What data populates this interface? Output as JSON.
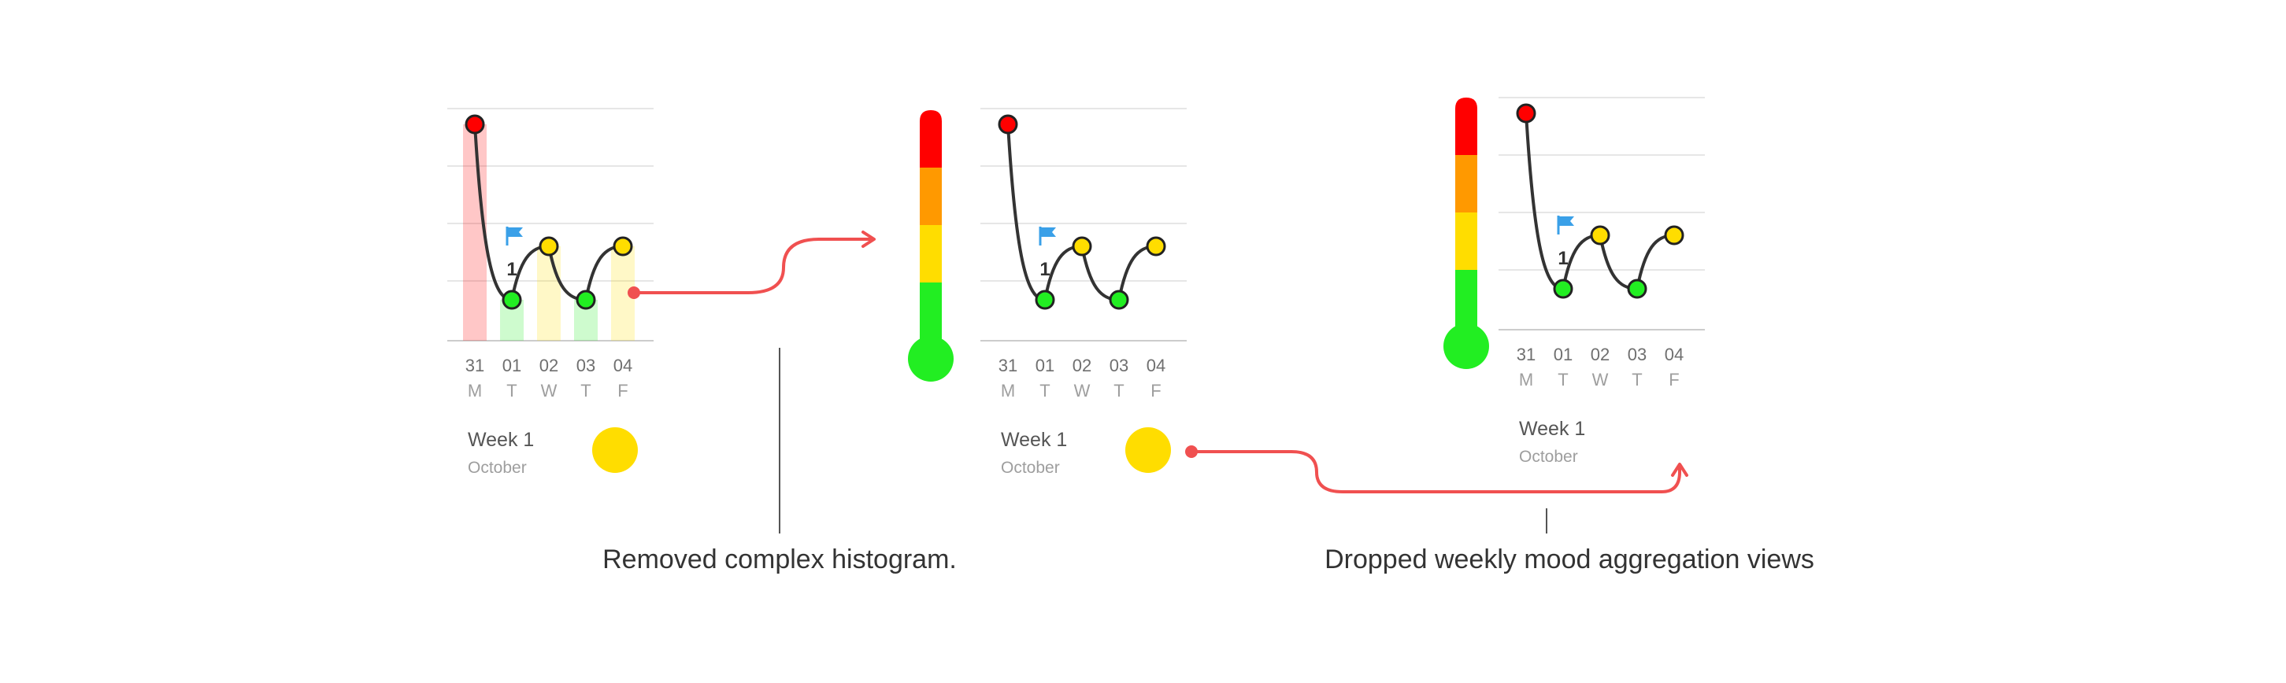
{
  "colors": {
    "red": "#ff0000",
    "orange": "#ff9900",
    "yellow": "#ffdd00",
    "green": "#22ee22",
    "line": "#333333",
    "arrow": "#f05050",
    "flag": "#3aa0e8",
    "grid": "#e6e6e6",
    "axis": "#cccccc"
  },
  "mood_levels": [
    "red",
    "orange",
    "yellow",
    "green"
  ],
  "week": {
    "days": [
      {
        "day": "31",
        "weekday": "M",
        "mood": "red"
      },
      {
        "day": "01",
        "weekday": "T",
        "mood": "green"
      },
      {
        "day": "02",
        "weekday": "W",
        "mood": "yellow"
      },
      {
        "day": "03",
        "weekday": "T",
        "mood": "green"
      },
      {
        "day": "04",
        "weekday": "F",
        "mood": "yellow"
      }
    ],
    "flag_count": "1",
    "title": "Week 1",
    "month": "October"
  },
  "panels": [
    {
      "id": "histogram",
      "histogram": true,
      "thermometer": false,
      "week_dot": true
    },
    {
      "id": "thermometer",
      "histogram": false,
      "thermometer": true,
      "week_dot": true
    },
    {
      "id": "final",
      "histogram": false,
      "thermometer": true,
      "week_dot": false
    }
  ],
  "captions": {
    "left": "Removed complex histogram.",
    "right": "Dropped weekly mood aggregation views"
  }
}
